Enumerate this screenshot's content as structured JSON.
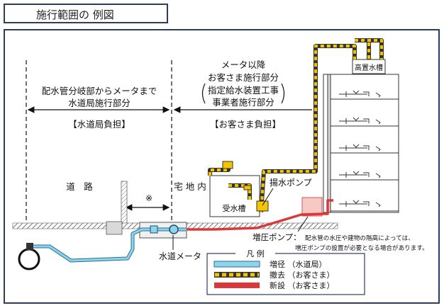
{
  "title": "施行範囲の 例図",
  "labels": {
    "water_bureau_line1": "配水管分岐部からメータまで",
    "water_bureau_line2": "水道局施行部分",
    "water_bureau_burden": "【水道局負担】",
    "customer_line1": "メータ以降",
    "customer_line2": "お客さま施行部分",
    "customer_line3": "指定給水装置工事",
    "customer_line4": "事業者施行部分",
    "customer_burden": "【お客さま負担】",
    "road": "道　路",
    "site": "宅 地 内",
    "mark": "※",
    "pump": "揚水ポンプ",
    "receiving_tank": "受水槽",
    "elevated_tank": "高置水槽",
    "water_meter": "水道メータ",
    "booster_pump": "増圧ポンプ：",
    "booster_note_1": "配水管の水圧や建物の階高によっては、",
    "booster_note_2": "増圧ポンプの設置が必要となる場合があります。"
  },
  "legend": {
    "title": "凡 例",
    "items": [
      {
        "label": "増径 （水道局）",
        "color": "#8fd4ec"
      },
      {
        "label": "撤去 （お客さま）",
        "color": "#f5c400"
      },
      {
        "label": "新設 （お客さま）",
        "color": "#d9393b"
      }
    ]
  },
  "colors": {
    "blue": "#8fd4ec",
    "yellow": "#f5c400",
    "red": "#d9393b",
    "frame": "#2c3d63"
  }
}
